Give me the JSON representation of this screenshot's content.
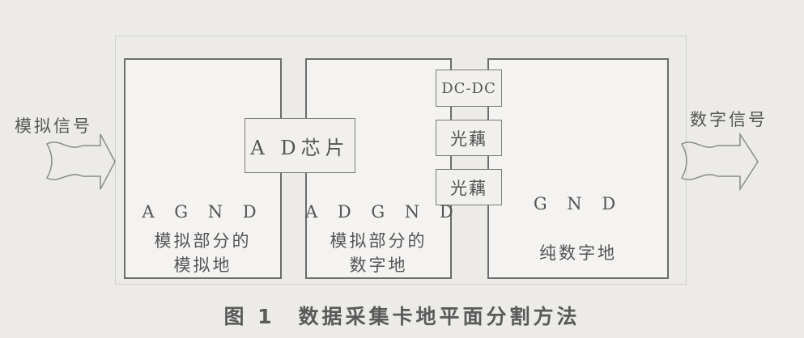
{
  "caption": "图 1　数据采集卡地平面分割方法",
  "input_label": "模拟信号",
  "output_label": "数字信号",
  "regions": [
    {
      "line1": "A G N D",
      "line2": "模拟部分的",
      "line3": "模拟地"
    },
    {
      "line1": "A D G N D",
      "line2": "模拟部分的",
      "line3": "数字地"
    },
    {
      "line1": "G N D",
      "line2": "纯数字地"
    }
  ],
  "blocks": {
    "ad_chip": "A D芯片",
    "dcdc": "DC-DC",
    "opto1": "光藕",
    "opto2": "光藕"
  }
}
